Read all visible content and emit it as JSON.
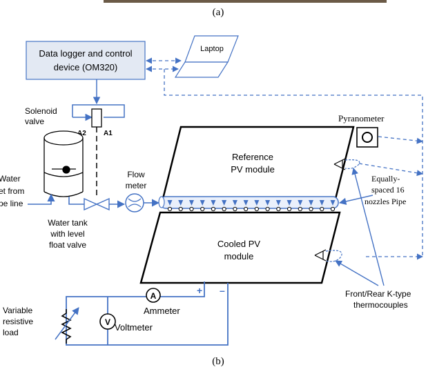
{
  "captions": {
    "top": "(a)",
    "bottom": "(b)"
  },
  "labels": {
    "datalogger_line1": "Data logger and control",
    "datalogger_line2": "device (OM320)",
    "laptop": "Laptop",
    "solenoid_line1": "Solenoid",
    "solenoid_line2": "valve",
    "a2": "A2",
    "a1": "A1",
    "pyranometer": "Pyranometer",
    "water_inlet_line1": "Water",
    "water_inlet_line2": "et from",
    "water_inlet_line3": "pe line",
    "flow_line1": "Flow",
    "flow_line2": "meter",
    "ref_line1": "Reference",
    "ref_line2": "PV module",
    "nozzle_line1": "Equally-",
    "nozzle_line2": "spaced 16",
    "nozzle_line3": "nozzles Pipe",
    "tank_line1": "Water tank",
    "tank_line2": "with level",
    "tank_line3": "float valve",
    "cooled_line1": "Cooled PV",
    "cooled_line2": "module",
    "thermo_line1": "Front/Rear K-type",
    "thermo_line2": "thermocouples",
    "ammeter": "Ammeter",
    "ammeter_symbol": "A",
    "voltmeter": "Voltmeter",
    "voltmeter_symbol": "V",
    "load_line1": "Variable",
    "load_line2": "resistive",
    "load_line3": "load",
    "plus": "+",
    "minus": "–"
  },
  "colors": {
    "line_blue": "#4472c4",
    "box_fill": "#e3e9f3",
    "box_stroke": "#4472c4",
    "panel_stroke": "#000000",
    "photo_strip": "#6b5a47"
  },
  "icons": {
    "laptop": "laptop-icon",
    "pyranometer": "pyranometer-icon",
    "flow_meter": "flow-meter-icon",
    "ammeter": "ammeter-icon",
    "voltmeter": "voltmeter-icon",
    "resistor": "variable-resistor-icon",
    "valve": "valve-icon"
  }
}
